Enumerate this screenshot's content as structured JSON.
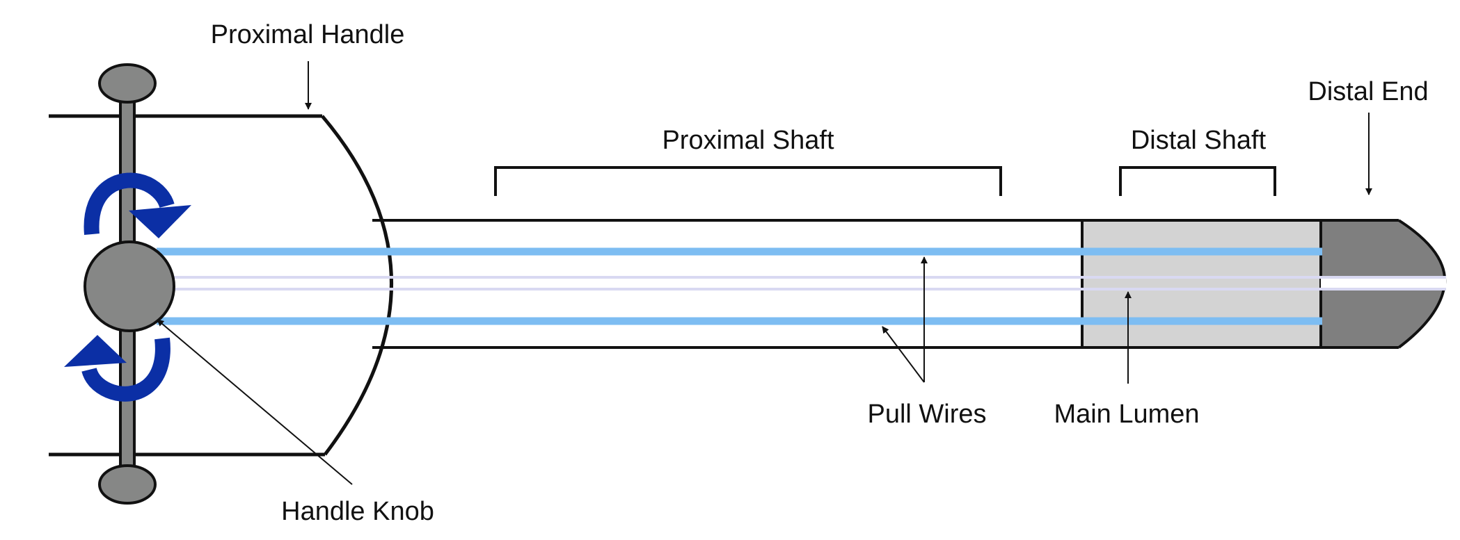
{
  "labels": {
    "proximal_handle": "Proximal Handle",
    "proximal_shaft": "Proximal Shaft",
    "distal_shaft": "Distal Shaft",
    "distal_end": "Distal End",
    "pull_wires": "Pull Wires",
    "main_lumen": "Main Lumen",
    "handle_knob": "Handle Knob"
  },
  "colors": {
    "outline": "#111111",
    "knob_gray": "#868786",
    "distal_shaft_fill": "#d3d3d3",
    "distal_tip_fill": "#7f7f7f",
    "pull_wire": "#7dbdf2",
    "lumen_line": "#d9d9f2",
    "rotation_arrow": "#0b2fa5"
  },
  "icons": {
    "rotation_arrows": "curved-rotation-arrow"
  }
}
